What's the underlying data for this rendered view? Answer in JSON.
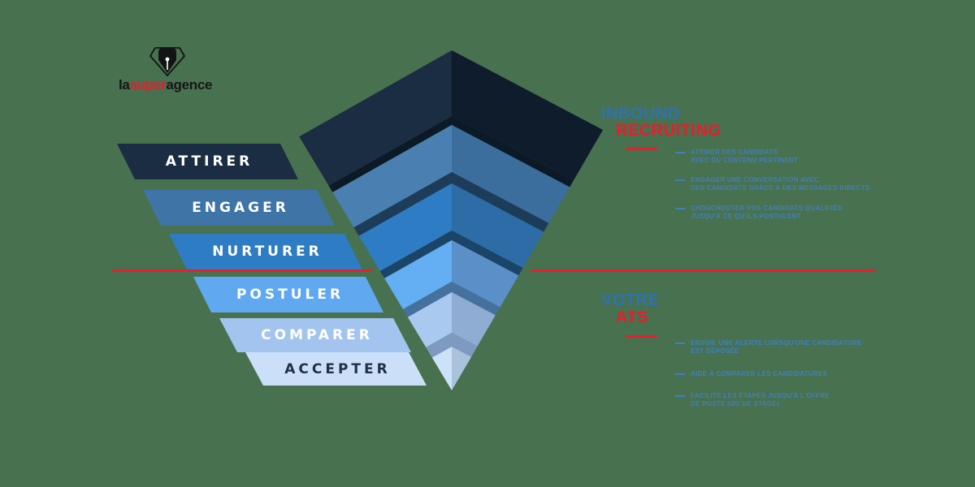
{
  "canvas": {
    "background": "#48714f"
  },
  "logo": {
    "part_la": "la",
    "part_super": "super",
    "part_agence": "agence",
    "la_color": "#161616",
    "super_color": "#ec1b2d",
    "agence_color": "#161616",
    "icon": "diamond-pen-nib",
    "icon_color": "#141414"
  },
  "funnel": {
    "stages": [
      {
        "label": "ATTIRER",
        "bar_color": "#1b2d42",
        "text_color": "#ffffff"
      },
      {
        "label": "ENGAGER",
        "bar_color": "#3e74a6",
        "text_color": "#ffffff"
      },
      {
        "label": "NURTURER",
        "bar_color": "#2e7cc4",
        "text_color": "#ffffff"
      },
      {
        "label": "POSTULER",
        "bar_color": "#60a8f0",
        "text_color": "#ffffff"
      },
      {
        "label": "COMPARER",
        "bar_color": "#a3c4ee",
        "text_color": "#ffffff"
      },
      {
        "label": "ACCEPTER",
        "bar_color": "#cbe0f8",
        "text_color": "#1f3048"
      }
    ],
    "bands": [
      {
        "left": "#1b2d42",
        "right": "#0e1c2b",
        "edge": "#0c1a28"
      },
      {
        "left": "#4a80b1",
        "right": "#3b6e9d",
        "edge": "#1d3c59"
      },
      {
        "left": "#2e7cc4",
        "right": "#2d6ca6",
        "edge": "#1a4468"
      },
      {
        "left": "#64aef3",
        "right": "#5a90c7",
        "edge": "#45719f"
      },
      {
        "left": "#a9c9f0",
        "right": "#8fadd2",
        "edge": "#7e9ac0"
      },
      {
        "left": "#cde2f8",
        "right": "#abc2dd",
        "edge": "#abc2dd"
      }
    ]
  },
  "divider_color": "#ec1b2d",
  "accent_blue": "#2d72b4",
  "accent_red": "#ec1b2d",
  "bullet_color": "#3f80c0",
  "sections": [
    {
      "title_primary": "INBOUND",
      "title_accent": "RECRUITING",
      "bullets": [
        {
          "line1": "ATTIRER DES CANDIDATS",
          "line2": "AVEC DU CONTENU PERTINENT"
        },
        {
          "line1": "ENGAGER UNE CONVERSATION AVEC",
          "line2": "DES CANDIDATS GRÂCE À DES MESSAGES DIRECTS"
        },
        {
          "line1": "CHOUCHOUTER VOS CANDIDATS QUALIFIÉS",
          "line2": "JUSQU'À CE QU'ILS POSTULENT"
        }
      ]
    },
    {
      "title_primary": "VOTRE",
      "title_accent": "ATS",
      "bullets": [
        {
          "line1": "ENVOIE UNE ALERTE LORSQU'UNE CANDIDATURE",
          "line2": "EST DÉPOSÉE"
        },
        {
          "line1": "AIDE À COMPARER LES CANDIDATURES",
          "line2": ""
        },
        {
          "line1": "FACILITE LES ÉTAPES JUSQU'À L'OFFRE",
          "line2": "DE POSTE (OU DE STAGE)"
        }
      ]
    }
  ]
}
